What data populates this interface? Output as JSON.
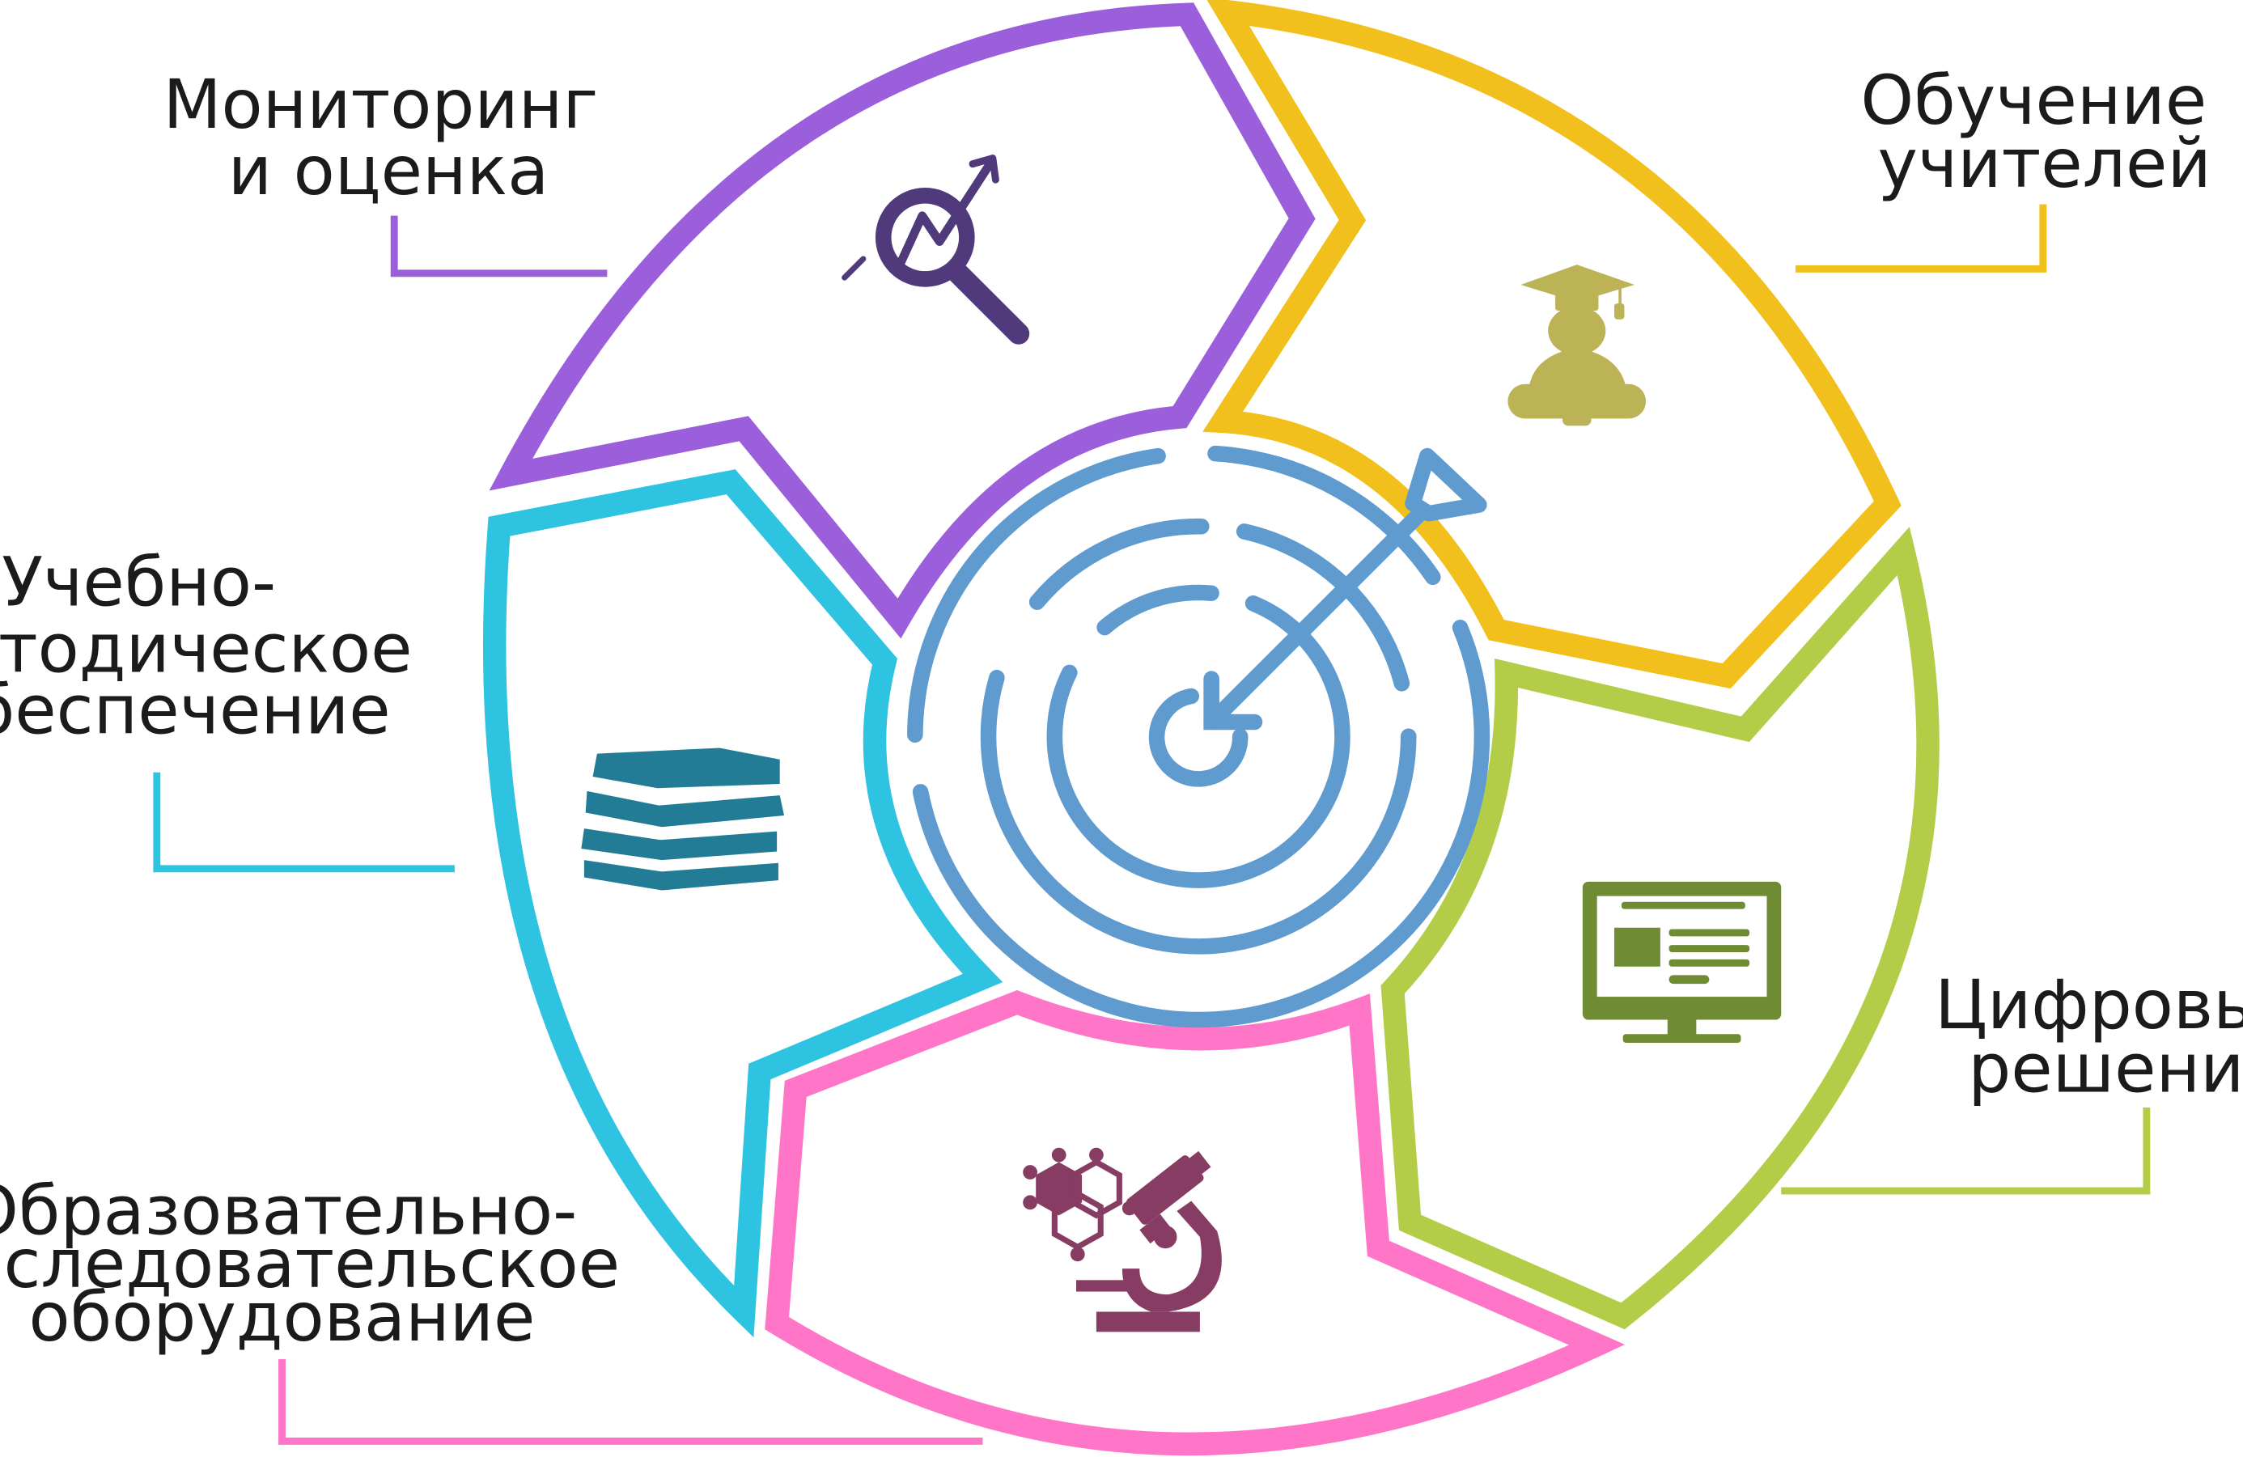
{
  "diagram": {
    "segments": [
      {
        "id": "monitoring",
        "color": "#9c5fdc",
        "icon": "magnifier-chart-icon",
        "icon_color": "#503a7c",
        "label_lines": [
          "Мониторинг",
          "и оценка"
        ]
      },
      {
        "id": "teachers",
        "color": "#f2c01c",
        "icon": "graduate-icon",
        "icon_color": "#bcb256",
        "label_lines": [
          "Обучение",
          "учителей"
        ]
      },
      {
        "id": "digital",
        "color": "#b4cd48",
        "icon": "monitor-icon",
        "icon_color": "#6f8c35",
        "label_lines": [
          "Цифровые",
          "решения"
        ]
      },
      {
        "id": "equipment",
        "color": "#ff76c8",
        "icon": "microscope-icon",
        "icon_color": "#873d63",
        "label_lines": [
          "Образовательно-",
          "исследовательское",
          "оборудование"
        ]
      },
      {
        "id": "methodical",
        "color": "#2fc3e2",
        "icon": "books-icon",
        "icon_color": "#237c95",
        "label_lines": [
          "Учебно-",
          "методическое",
          "обеспечение"
        ]
      }
    ],
    "center": {
      "icon": "target-arrow-icon",
      "color": "#5f9bcf"
    }
  }
}
